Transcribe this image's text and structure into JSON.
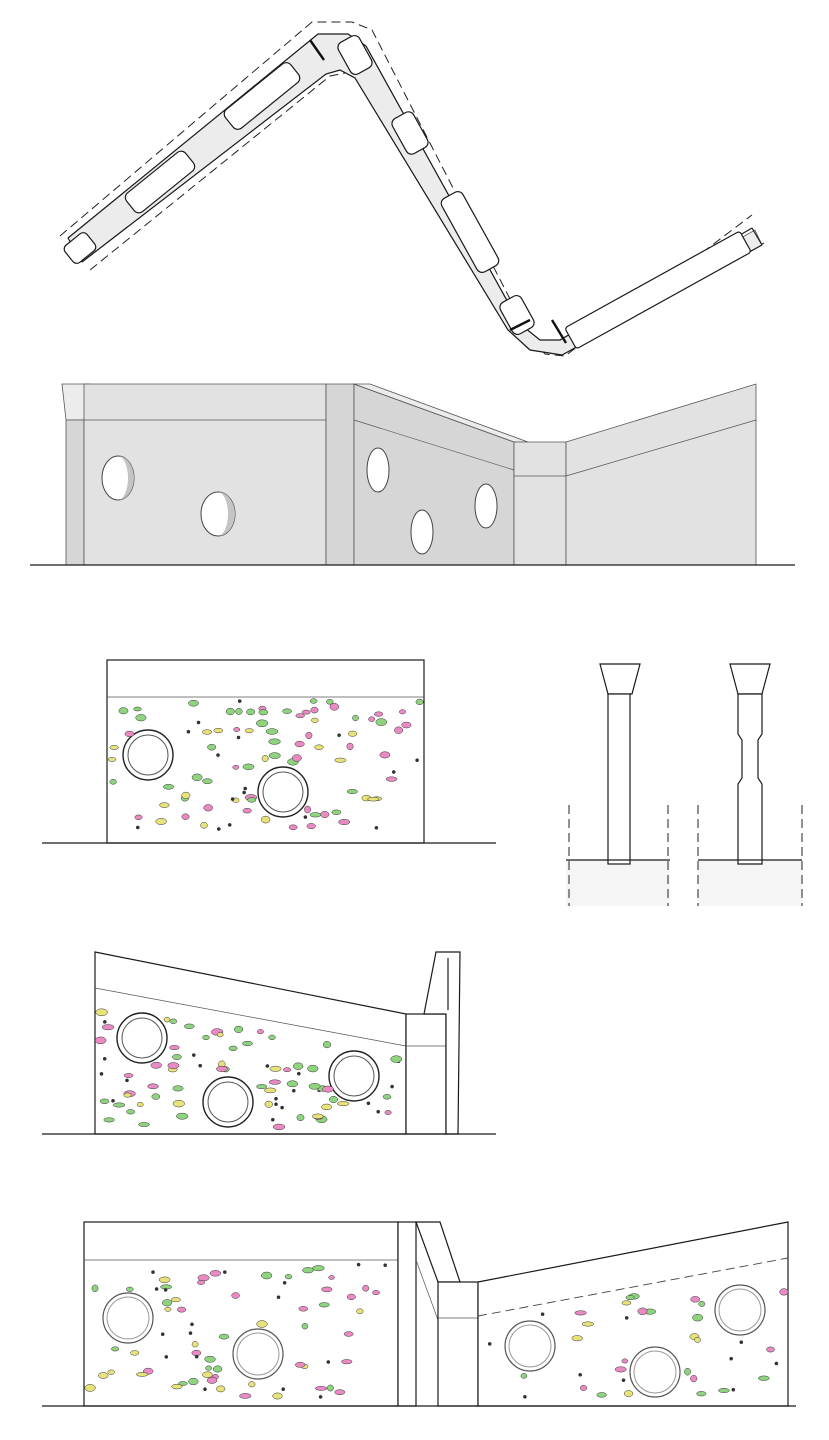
{
  "drawing": {
    "views": [
      "plan-view",
      "perspective-view",
      "elevation-a",
      "section-details",
      "elevation-b",
      "elevation-c"
    ]
  },
  "colors": {
    "line": "#1a1a1a",
    "concrete": "#e2e2e2",
    "concrete_dark": "#d6d6d6",
    "hold_green": "#8fd37f",
    "hold_pink": "#e98ac3",
    "hold_yellow": "#e8e27a",
    "hold_dark": "#333333"
  },
  "holds": [
    {
      "panel": "elevation-a",
      "count": 95
    },
    {
      "panel": "elevation-b",
      "count": 80
    },
    {
      "panel": "elevation-c",
      "count": 110
    }
  ]
}
